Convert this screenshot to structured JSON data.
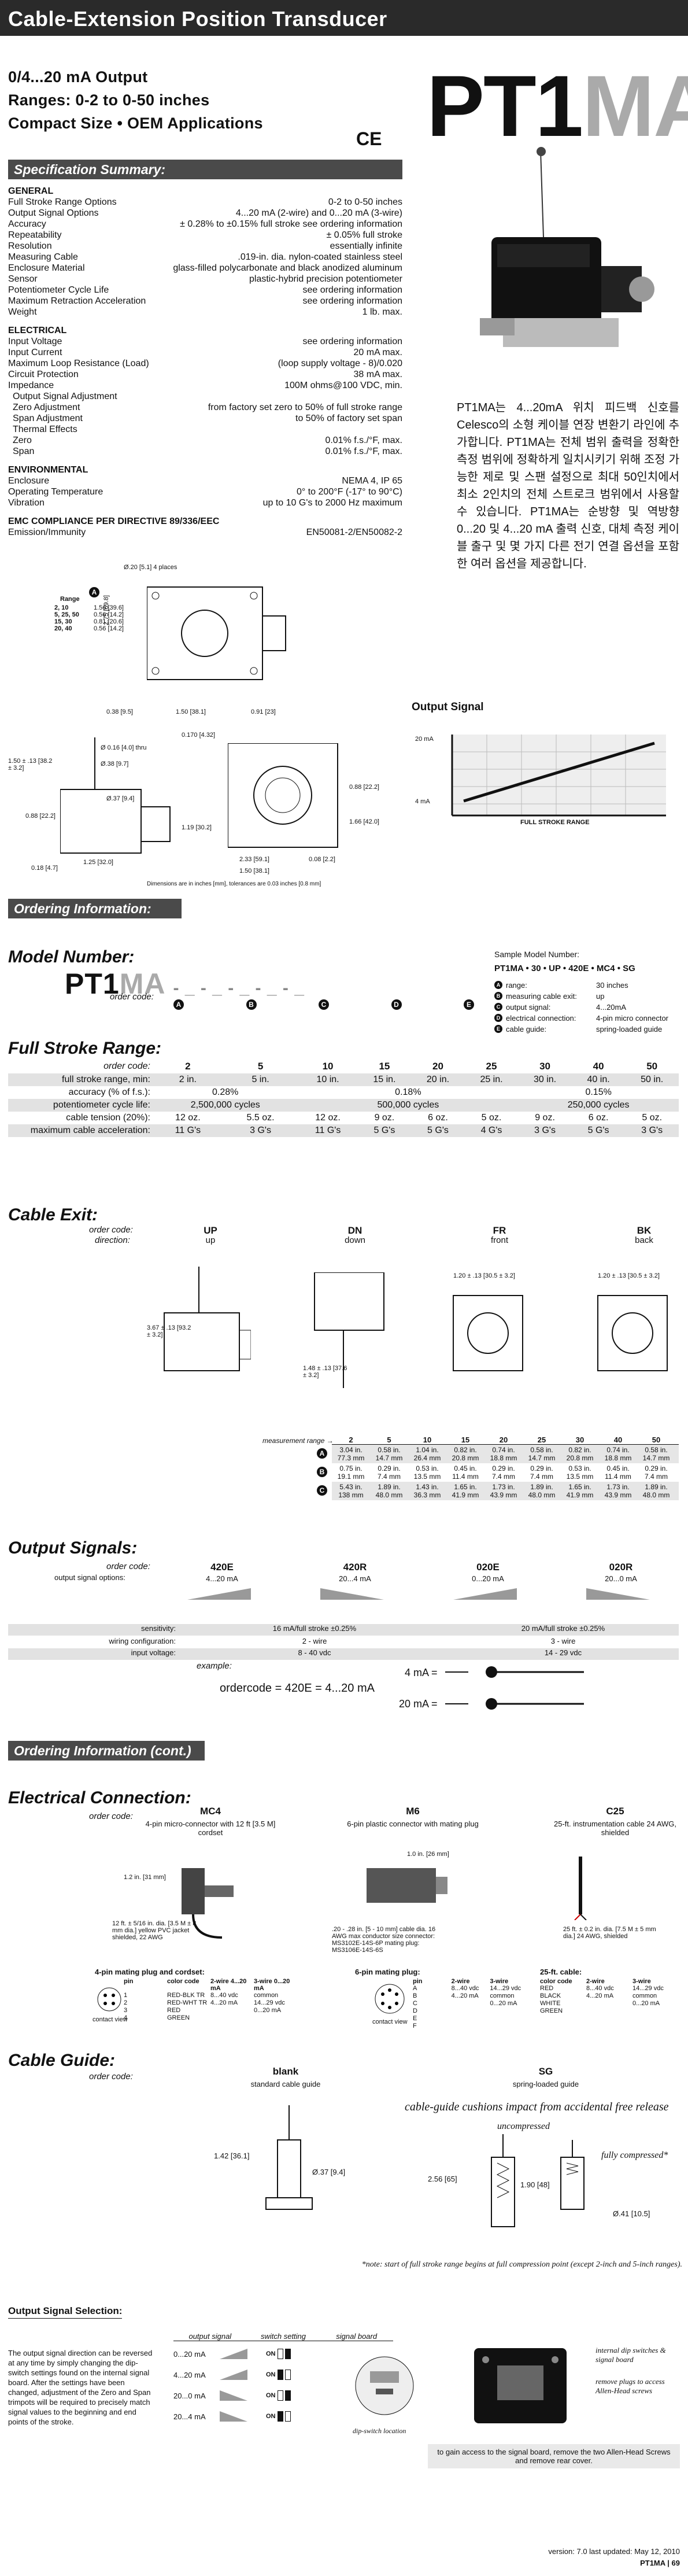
{
  "header": {
    "title": "Cable-Extension Position Transducer"
  },
  "headline": {
    "line1": "0/4...20 mA Output",
    "line2": "Ranges: 0-2 to 0-50 inches",
    "line3": "Compact Size • OEM Applications",
    "ce": "CE"
  },
  "logo": {
    "pt1": "PT1",
    "ma": "MA"
  },
  "spec": {
    "title": "Specification Summary:",
    "general_h": "GENERAL",
    "general": [
      [
        "Full Stroke Range Options",
        "0-2 to 0-50 inches"
      ],
      [
        "Output Signal Options",
        "4...20 mA (2-wire) and 0...20 mA (3-wire)"
      ],
      [
        "Accuracy",
        "± 0.28% to ±0.15% full stroke see ordering information"
      ],
      [
        "Repeatability",
        "± 0.05% full stroke"
      ],
      [
        "Resolution",
        "essentially infinite"
      ],
      [
        "Measuring Cable",
        ".019-in. dia. nylon-coated stainless steel"
      ],
      [
        "Enclosure Material",
        "glass-filled polycarbonate and black anodized aluminum"
      ],
      [
        "Sensor",
        "plastic-hybrid precision potentiometer"
      ],
      [
        "Potentiometer Cycle Life",
        "see ordering information"
      ],
      [
        "Maximum Retraction Acceleration",
        "see ordering information"
      ],
      [
        "Weight",
        "1 lb. max."
      ]
    ],
    "electrical_h": "ELECTRICAL",
    "electrical": [
      [
        "Input Voltage",
        "see ordering information"
      ],
      [
        "Input Current",
        "20 mA max."
      ],
      [
        "Maximum Loop Resistance (Load)",
        "(loop supply voltage - 8)/0.020"
      ],
      [
        "Circuit Protection",
        "38 mA max."
      ],
      [
        "Impedance",
        "100M ohms@100 VDC, min."
      ],
      [
        "Output Signal Adjustment",
        ""
      ],
      [
        "Zero Adjustment",
        "from factory set zero to 50% of full stroke range"
      ],
      [
        "Span Adjustment",
        "to 50% of factory set span"
      ],
      [
        "Thermal Effects",
        ""
      ],
      [
        "Zero",
        "0.01% f.s./°F, max."
      ],
      [
        "Span",
        "0.01% f.s./°F, max."
      ]
    ],
    "environmental_h": "ENVIRONMENTAL",
    "environmental": [
      [
        "Enclosure",
        "NEMA 4, IP 65"
      ],
      [
        "Operating Temperature",
        "0° to 200°F (-17° to 90°C)"
      ],
      [
        "Vibration",
        "up to 10 G's to 2000 Hz maximum"
      ]
    ],
    "emc_h": "EMC COMPLIANCE PER DIRECTIVE 89/336/EEC",
    "emc": [
      [
        "Emission/Immunity",
        "EN50081-2/EN50082-2"
      ]
    ]
  },
  "korean": "PT1MA는 4...20mA 위치 피드백 신호를 Celesco의 소형 케이블 연장 변환기 라인에 추가합니다. PT1MA는 전체 범위 출력을 정확한 측정 범위에 정확하게 일치시키기 위해 조정 가능한 제로 및 스팬 설정으로 최대 50인치에서 최소 2인치의 전체 스트로크 범위에서 사용할 수 있습니다. PT1MA는 순방향 및 역방향 0...20 및 4...20 mA 출력 신호, 대체 측정 케이블 출구 및 몇 가지 다른 전기 연결 옵션을 포함한 여러 옵션을 제공합니다.",
  "output_signal_chart": {
    "title": "Output Signal",
    "y_top": "20 mA",
    "y_bottom": "4 mA",
    "xlabel": "FULL STROKE RANGE"
  },
  "drawing": {
    "range_h": "Range",
    "rows": [
      [
        "2, 10",
        "1.56 [39.6]"
      ],
      [
        "5, 25, 50",
        "0.56 [14.2]"
      ],
      [
        "15, 30",
        "0.81 [20.6]"
      ],
      [
        "20, 40",
        "0.56 [14.2]"
      ]
    ],
    "dims": [
      "Ø.20 [5.1] 4 places",
      "A",
      "2.75 [69.8]",
      "0.38 [9.5]",
      "1.50 [38.1]",
      "0.91 [23]",
      "0.170 [4.32]",
      "Ø 0.16 [4.0] thru",
      "Ø.38 [9.7]",
      "1.50 ± .13 [38.2 ± 3.2]",
      "Ø.37 [9.4]",
      "0.88 [22.2]",
      "1.19 [30.2]",
      "0.18 [4.7]",
      "1.25 [32.0]",
      "2.33 [59.1]",
      "0.08 [2.2]",
      "1.50 [38.1]",
      "0.88 [22.2]",
      "1.66 [42.0]"
    ],
    "note": "Dimensions are in inches [mm], tolerances are 0.03 inches [0.8 mm]"
  },
  "ordering": {
    "title": "Ordering Information:",
    "model_h": "Model Number:",
    "pt1": "PT1",
    "ma": "MA",
    "order_code": "order code:",
    "sample_h": "Sample Model Number:",
    "sample": "PT1MA • 30 • UP • 420E • MC4 • SG",
    "sample_rows": [
      [
        "A",
        "range:",
        "30 inches"
      ],
      [
        "B",
        "measuring cable exit:",
        "up"
      ],
      [
        "C",
        "output signal:",
        "4...20mA"
      ],
      [
        "D",
        "electrical connection:",
        "4-pin micro connector"
      ],
      [
        "E",
        "cable guide:",
        "spring-loaded guide"
      ]
    ]
  },
  "stroke": {
    "title": "Full Stroke Range:",
    "code_lbl": "order code:",
    "codes": [
      "2",
      "5",
      "10",
      "15",
      "20",
      "25",
      "30",
      "40",
      "50"
    ],
    "range_lbl": "full stroke range, min:",
    "ranges": [
      "2 in.",
      "5 in.",
      "10 in.",
      "15 in.",
      "20 in.",
      "25 in.",
      "30 in.",
      "40 in.",
      "50 in."
    ],
    "acc_lbl": "accuracy (% of f.s.):",
    "acc": [
      "0.28%",
      "0.18%",
      "0.15%"
    ],
    "cycle_lbl": "potentiometer cycle life:",
    "cycle": [
      "2,500,000 cycles",
      "500,000 cycles",
      "250,000 cycles"
    ],
    "tension_lbl": "cable tension (20%):",
    "tension": [
      "12 oz.",
      "5.5 oz.",
      "12 oz.",
      "9 oz.",
      "6 oz.",
      "5 oz.",
      "9 oz.",
      "6 oz.",
      "5 oz."
    ],
    "accel_lbl": "maximum cable acceleration:",
    "accel": [
      "11 G's",
      "3 G's",
      "11 G's",
      "5 G's",
      "5 G's",
      "4 G's",
      "3 G's",
      "5 G's",
      "3 G's"
    ]
  },
  "exit": {
    "title": "Cable Exit:",
    "code_lbl": "order code:",
    "dir_lbl": "direction:",
    "codes": [
      [
        "UP",
        "up"
      ],
      [
        "DN",
        "down"
      ],
      [
        "FR",
        "front"
      ],
      [
        "BK",
        "back"
      ]
    ],
    "dims": [
      "3.67 ± .13 [93.2 ± 3.2]",
      "1.48 ± .13 [37.6 ± 3.2]",
      "1.20 ± .13 [30.5 ± 3.2]",
      "1.20 ± .13 [30.5 ± 3.2]"
    ],
    "mr_lbl": "measurement range →",
    "mr": [
      "2",
      "5",
      "10",
      "15",
      "20",
      "25",
      "30",
      "40",
      "50"
    ],
    "rowA": [
      [
        "3.04 in.",
        "77.3 mm"
      ],
      [
        "0.58 in.",
        "14.7 mm"
      ],
      [
        "1.04 in.",
        "26.4 mm"
      ],
      [
        "0.82 in.",
        "20.8 mm"
      ],
      [
        "0.74 in.",
        "18.8 mm"
      ],
      [
        "0.58 in.",
        "14.7 mm"
      ],
      [
        "0.82 in.",
        "20.8 mm"
      ],
      [
        "0.74 in.",
        "18.8 mm"
      ],
      [
        "0.58 in.",
        "14.7 mm"
      ]
    ],
    "rowB": [
      [
        "0.75 in.",
        "19.1 mm"
      ],
      [
        "0.29 in.",
        "7.4 mm"
      ],
      [
        "0.53 in.",
        "13.5 mm"
      ],
      [
        "0.45 in.",
        "11.4 mm"
      ],
      [
        "0.29 in.",
        "7.4 mm"
      ],
      [
        "0.29 in.",
        "7.4 mm"
      ],
      [
        "0.53 in.",
        "13.5 mm"
      ],
      [
        "0.45 in.",
        "11.4 mm"
      ],
      [
        "0.29 in.",
        "7.4 mm"
      ]
    ],
    "rowC": [
      [
        "5.43 in.",
        "138 mm"
      ],
      [
        "1.89 in.",
        "48.0 mm"
      ],
      [
        "1.43 in.",
        "36.3 mm"
      ],
      [
        "1.65 in.",
        "41.9 mm"
      ],
      [
        "1.73 in.",
        "43.9 mm"
      ],
      [
        "1.89 in.",
        "48.0 mm"
      ],
      [
        "1.65 in.",
        "41.9 mm"
      ],
      [
        "1.73 in.",
        "43.9 mm"
      ],
      [
        "1.89 in.",
        "48.0 mm"
      ]
    ]
  },
  "signals": {
    "title": "Output Signals:",
    "code_lbl": "order code:",
    "opt_lbl": "output signal options:",
    "codes": [
      [
        "420E",
        "4...20 mA"
      ],
      [
        "420R",
        "20...4 mA"
      ],
      [
        "020E",
        "0...20 mA"
      ],
      [
        "020R",
        "20...0 mA"
      ]
    ],
    "sens_lbl": "sensitivity:",
    "sens": [
      "16 mA/full stroke ±0.25%",
      "20 mA/full stroke ±0.25%"
    ],
    "wiring_lbl": "wiring configuration:",
    "wiring": [
      "2 - wire",
      "3 - wire"
    ],
    "input_lbl": "input voltage:",
    "input": [
      "8 - 40 vdc",
      "14 - 29 vdc"
    ],
    "example_lbl": "example:",
    "example": "ordercode = 420E = 4...20 mA",
    "ex_4": "4 mA =",
    "ex_20": "20 mA ="
  },
  "ordering2": {
    "title": "Ordering Information (cont.)"
  },
  "electrical": {
    "title": "Electrical Connection:",
    "code_lbl": "order code:",
    "codes": [
      [
        "MC4",
        "4-pin micro-connector with 12 ft [3.5 M] cordset"
      ],
      [
        "M6",
        "6-pin plastic connector with mating plug"
      ],
      [
        "C25",
        "25-ft. instrumentation cable 24 AWG, shielded"
      ]
    ],
    "mc4_dims": [
      "1.2 in. [31 mm]",
      "12 ft. ± 5/16 in. dia. [3.5 M ± 8 mm dia.] yellow PVC jacket shielded, 22 AWG"
    ],
    "m6_dims": [
      "1.0 in. [26 mm]",
      ".20 - .28 in. [5 - 10 mm] cable dia. 16 AWG max conductor size connector: MS3102E-14S-6P mating plug: MS3106E-14S-6S"
    ],
    "c25_dims": [
      "25 ft. ± 0.2 in. dia. [7.5 M ± 5 mm dia.] 24 AWG, shielded"
    ],
    "mc4_table_h": "4-pin mating plug and cordset:",
    "m6_table_h": "6-pin mating plug:",
    "c25_table_h": "25-ft. cable:",
    "mc4_cols": [
      "pin",
      "color code",
      "2-wire 4...20 mA",
      "3-wire 0...20 mA"
    ],
    "mc4_rows": [
      [
        "1",
        "RED-BLK TR",
        "8...40 vdc",
        "common"
      ],
      [
        "2",
        "RED-WHT TR",
        "4...20 mA",
        "14...29 vdc"
      ],
      [
        "3",
        "RED",
        "",
        "0...20 mA"
      ],
      [
        "4",
        "GREEN",
        "",
        ""
      ]
    ],
    "m6_cols": [
      "pin",
      "2-wire",
      "3-wire"
    ],
    "m6_rows": [
      [
        "A",
        "8...40 vdc",
        "14...29 vdc"
      ],
      [
        "B",
        "4...20 mA",
        "common"
      ],
      [
        "C",
        "",
        "0...20 mA"
      ],
      [
        "D",
        "",
        ""
      ],
      [
        "E",
        "",
        ""
      ],
      [
        "F",
        "",
        ""
      ]
    ],
    "c25_cols": [
      "color code",
      "2-wire",
      "3-wire"
    ],
    "c25_rows": [
      [
        "RED",
        "8...40 vdc",
        "14...29 vdc"
      ],
      [
        "BLACK",
        "4...20 mA",
        "common"
      ],
      [
        "WHITE",
        "",
        "0...20 mA"
      ],
      [
        "GREEN",
        "",
        ""
      ]
    ],
    "contact_lbl": "contact view"
  },
  "guide": {
    "title": "Cable Guide:",
    "code_lbl": "order code:",
    "codes": [
      [
        "blank",
        "standard cable guide"
      ],
      [
        "SG",
        "spring-loaded guide"
      ]
    ],
    "cushion": "cable-guide cushions impact from accidental free release",
    "uncompressed": "uncompressed",
    "compressed": "fully compressed*",
    "dims": [
      "1.42 [36.1]",
      "Ø.37 [9.4]",
      "2.56 [65]",
      "1.90 [48]",
      "Ø.41 [10.5]"
    ],
    "note": "*note: start of full stroke range begins at full compression point (except 2-inch and 5-inch ranges)."
  },
  "selection": {
    "title": "Output Signal Selection:",
    "desc": "The output signal direction can be reversed at any time by simply changing the dip-switch settings found on the internal signal board. After the settings have been changed, adjustment of the Zero and Span trimpots will be required to precisely match signal values to the beginning and end points of the stroke.",
    "cols": [
      "output signal",
      "switch setting",
      "signal board"
    ],
    "rows": [
      "0...20 mA",
      "4...20 mA",
      "20...0 mA",
      "20...4 mA"
    ],
    "on": "ON",
    "dip_lbl": "dip-switch location",
    "callout1": "internal dip switches & signal board",
    "callout2": "remove plugs to access Allen-Head screws",
    "access": "to gain access to the signal board, remove the two Allen-Head Screws and remove rear cover."
  },
  "footer": {
    "version": "version: 7.0 last updated: May 12, 2010",
    "page": "PT1MA | 69"
  }
}
